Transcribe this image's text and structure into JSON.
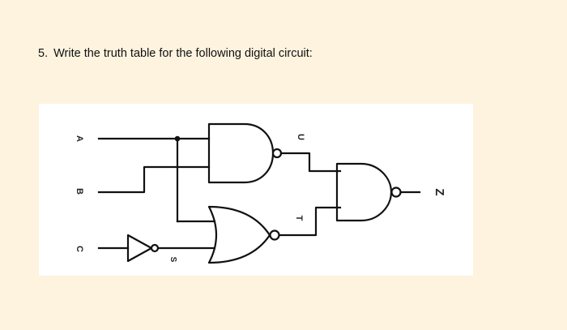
{
  "question": {
    "number": "5.",
    "text": "Write the truth table for the following digital circuit:"
  },
  "diagram": {
    "inputs": {
      "a": "A",
      "b": "B",
      "c": "C"
    },
    "signals": {
      "s": "S",
      "u": "U",
      "t": "T"
    },
    "output": "Z",
    "gates": [
      "nand",
      "nor",
      "not",
      "nand"
    ]
  }
}
